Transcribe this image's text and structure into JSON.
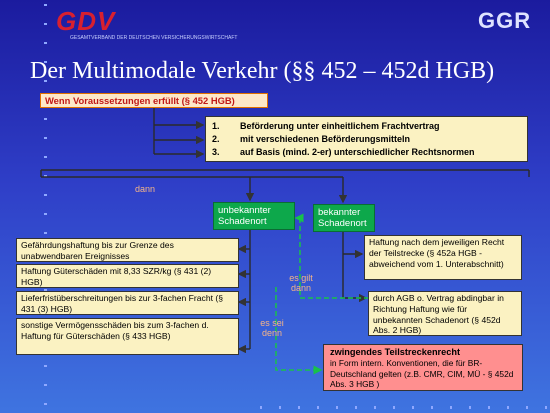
{
  "header": {
    "logo_left_text": "GDV",
    "logo_left_subtitle": "GESAMTVERBAND DER DEUTSCHEN VERSICHERUNGSWIRTSCHAFT",
    "logo_right_text": "GGR",
    "title": "Der Multimodale Verkehr (§§ 452 – 452d HGB)"
  },
  "diagram": {
    "condition": "Wenn Voraussetzungen erfüllt (§ 452 HGB)",
    "conditions_list": [
      {
        "num": "1.",
        "text": "Beförderung unter einheitlichem Frachtvertrag"
      },
      {
        "num": "2.",
        "text": "mit verschiedenen Beförderungsmitteln"
      },
      {
        "num": "3.",
        "text": "auf Basis (mind. 2-er) unterschiedlicher Rechtsnormen"
      }
    ],
    "then_label": "dann",
    "unknown_node": "unbekannter Schadenort",
    "known_node": "bekannter Schadenort",
    "unknown_items": [
      "Gefährdungshaftung bis zur Grenze des unabwendbaren Ereignisses",
      "Haftung Güterschäden mit 8,33 SZR/kg (§ 431 (2) HGB)",
      "Lieferfristüberschreitungen bis zur 3-fachen Fracht (§ 431 (3) HGB)",
      "sonstige Vermögensschäden bis zum 3-fachen d. Haftung für Güterschäden (§ 433 HGB)"
    ],
    "known_items": [
      "Haftung nach dem jeweiligen Recht der Teilstrecke (§ 452a HGB - abweichend vom 1. Unterabschnitt)",
      "durch AGB o. Vertrag abdingbar in Richtung Haftung wie für unbekannten Schadenort (§ 452d Abs. 2 HGB)"
    ],
    "es_gilt_dann": "es gilt dann",
    "es_sei_denn": "es sei denn",
    "mandatory_box": {
      "title": "zwingendes Teilstreckenrecht",
      "text": "in Form intern. Konventionen, die für BR-Deutschland gelten (z.B. CMR, CIM, MÜ - § 452d Abs. 3 HGB )"
    }
  }
}
